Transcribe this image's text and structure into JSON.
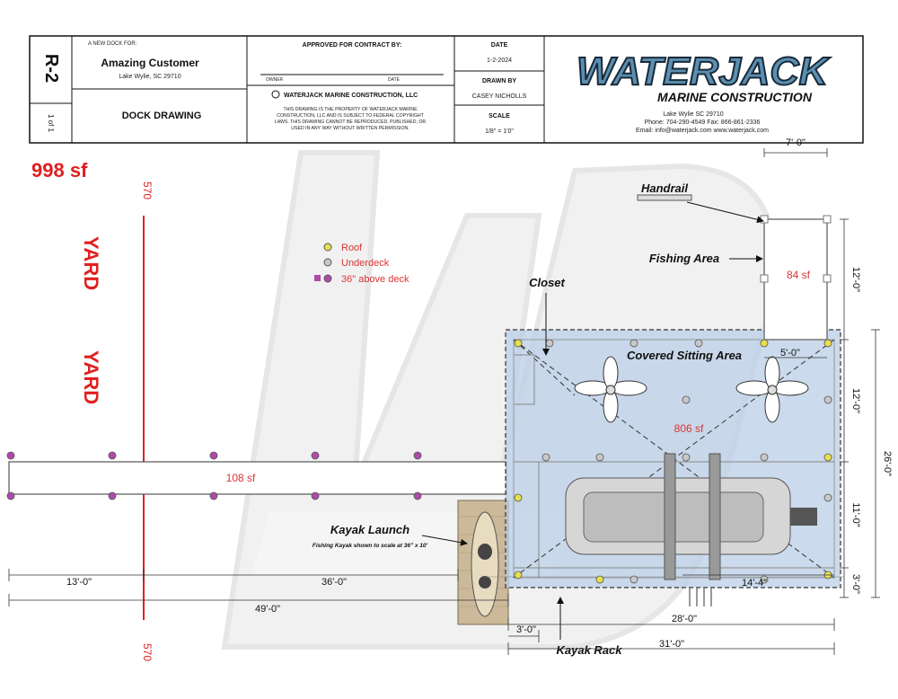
{
  "title_block": {
    "sheet": "R-2",
    "sheet_of": "1 of 1",
    "new_dock_for": "A NEW DOCK FOR:",
    "customer": "Amazing Customer",
    "location": "Lake Wylie, SC 29710",
    "drawing_type": "DOCK DRAWING",
    "approved_label": "APPROVED FOR CONTRACT BY:",
    "owner_label": "OWNER",
    "date_small": "DATE",
    "copyright_line": "WATERJACK MARINE CONSTRUCTION, LLC",
    "copyright_text": [
      "THIS DRAWING IS THE PROPERTY OF WATERJACK MARINE",
      "CONSTRUCTION, LLC AND IS SUBJECT TO FEDERAL COPYRIGHT",
      "LAWS.  THIS DRAWING CANNOT BE REPRODUCED, PUBLISHED, OR",
      "USED IN ANY WAY WITHOUT WRITTEN PERMISSION."
    ],
    "date_label": "DATE",
    "date_value": "1-2-2024",
    "drawn_by_label": "DRAWN BY",
    "drawn_by_value": "CASEY NICHOLLS",
    "scale_label": "SCALE",
    "scale_value": "1/8\" = 1'0\"",
    "company_logo": "WATERJACK",
    "company_sub": "MARINE CONSTRUCTION",
    "address": "Lake Wylie  SC  29710",
    "phone": "Phone:  704-290-4549     Fax:  866-861-2336",
    "email": "Email:  info@waterjack.com      www.waterjack.com"
  },
  "plan": {
    "total_area": "998 sf",
    "yard_top": "YARD",
    "yard_bottom": "YARD",
    "elev_top": "570",
    "elev_bottom": "570",
    "legend": [
      {
        "label": "Roof",
        "color": "#e8e04a"
      },
      {
        "label": "Underdeck",
        "color": "#c8c8c8"
      },
      {
        "label": "36\" above deck",
        "color": "#b04aa8"
      }
    ],
    "labels": {
      "handrail": "Handrail",
      "fishing_area": "Fishing Area",
      "closet": "Closet",
      "covered_sitting": "Covered Sitting Area",
      "kayak_launch": "Kayak Launch",
      "kayak_note": "Fishing Kayak shown to scale at 36\" x 10'",
      "kayak_rack": "Kayak Rack"
    },
    "areas": {
      "fishing": "84 sf",
      "covered": "806 sf",
      "walkway": "108 sf"
    },
    "dims": {
      "d7_0": "7'-0\"",
      "d12_0a": "12'-0\"",
      "d12_0b": "12'-0\"",
      "d11_0": "11'-0\"",
      "d3_0r": "3'-0\"",
      "d26_0": "26'-0\"",
      "d5_0": "5'-0\"",
      "d13_0": "13'-0\"",
      "d36_0": "36'-0\"",
      "d49_0": "49'-0\"",
      "d14_4": "14'-4\"",
      "d28_0": "28'-0\"",
      "d3_0b": "3'-0\"",
      "d31_0": "31'-0\""
    }
  }
}
